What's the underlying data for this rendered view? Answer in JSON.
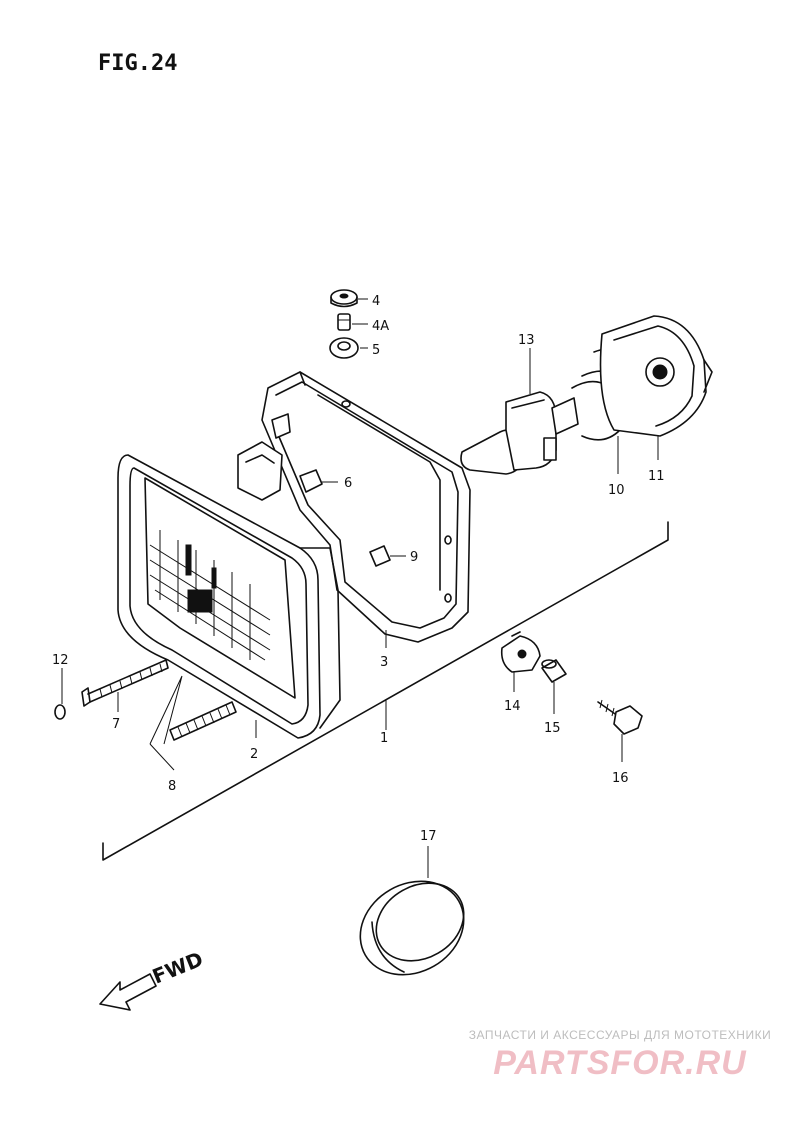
{
  "figure": {
    "title": "FIG.24",
    "direction_label": "FWD"
  },
  "callouts": {
    "c1": "1",
    "c2": "2",
    "c3": "3",
    "c4": "4",
    "c4a": "4A",
    "c5": "5",
    "c6": "6",
    "c7": "7",
    "c8": "8",
    "c9": "9",
    "c10": "10",
    "c11": "11",
    "c12": "12",
    "c13": "13",
    "c14": "14",
    "c15": "15",
    "c16": "16",
    "c17": "17"
  },
  "watermark": {
    "tagline": "ЗАПЧАСТИ И АКСЕССУАРЫ ДЛЯ МОТОТЕХНИКИ",
    "logo": "PARTSFOR.RU",
    "color": "#e07080"
  }
}
